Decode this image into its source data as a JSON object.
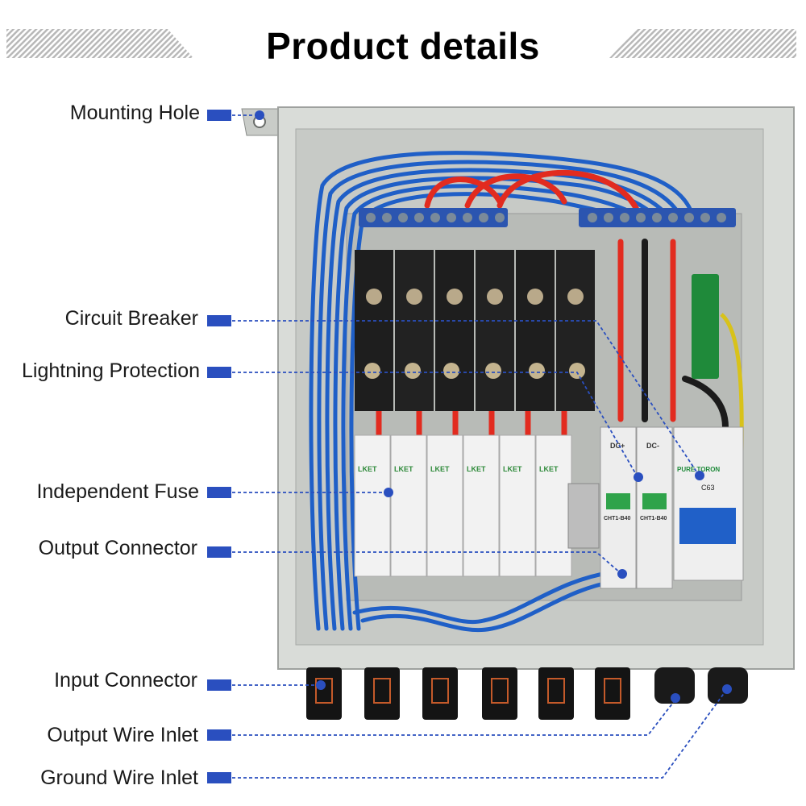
{
  "title": "Product details",
  "accent_color": "#2a4fbf",
  "callouts": [
    {
      "label": "Mounting Hole"
    },
    {
      "label": "Circuit Breaker"
    },
    {
      "label": "Lightning Protection"
    },
    {
      "label": "Independent Fuse"
    },
    {
      "label": "Output Connector"
    },
    {
      "label": "Input Connector"
    },
    {
      "label": "Output Wire Inlet"
    },
    {
      "label": "Ground Wire Inlet"
    }
  ],
  "fuse_brand": "LKET",
  "fuse_count": 6,
  "spd_modules": [
    "CHT1-B40",
    "CHT1-B40"
  ],
  "breaker_brand": "PURE TORON",
  "breaker_rating": "C63",
  "spd_terminal_labels": [
    "DC+",
    "DC-"
  ],
  "input_connector_count": 6,
  "cable_gland_count": 2
}
